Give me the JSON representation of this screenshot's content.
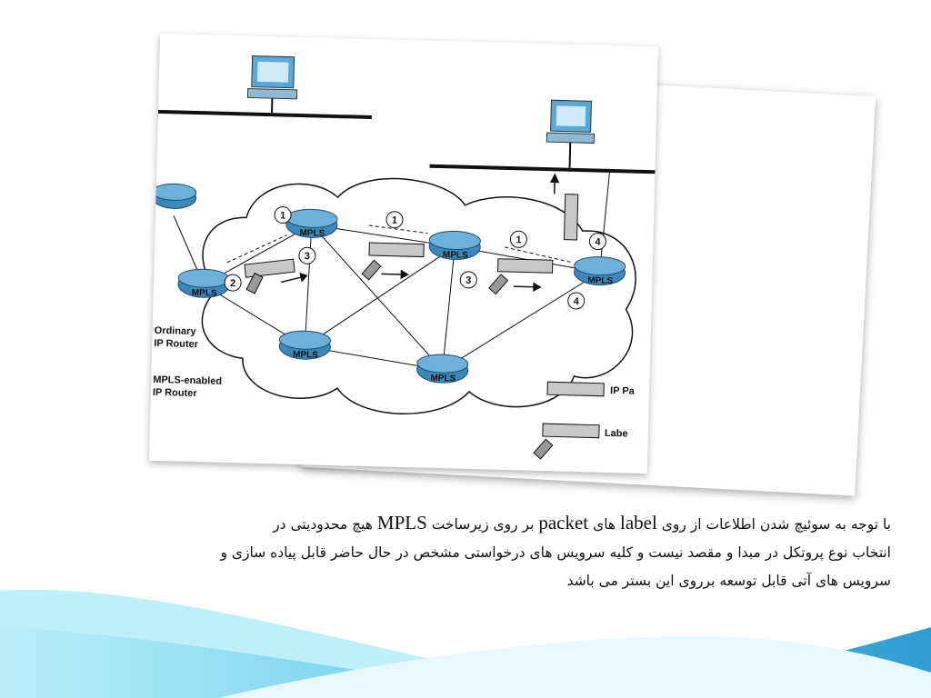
{
  "diagram": {
    "router_label": "MPLS",
    "step_numbers": [
      "1",
      "2",
      "3",
      "4"
    ],
    "legend": {
      "ordinary_router_line1": "Ordinary",
      "ordinary_router_line2": "IP Router",
      "mpls_router_line1": "MPLS-enabled",
      "mpls_router_line2": "IP Router",
      "ip_packet": "IP Pa",
      "labeled_packet": "Labe"
    }
  },
  "text": {
    "line1_part1": "با توجه به سوئیچ شدن اطلاعات از روی",
    "line1_label": "label",
    "line1_part2": "های",
    "line1_packet": "packet",
    "line1_part3": "بر روی زیرساخت",
    "line1_mpls": "MPLS",
    "line1_part4": "هیچ محدودیتی در",
    "line2": "انتخاب نوع پروتکل در مبدا و مقصد نیست و کلیه سرویس های درخواستی مشخص در حال حاضر قابل پیاده سازی و",
    "line3": "سرویس های آتی قابل توسعه برروی این بستر می باشد"
  },
  "colors": {
    "wave_light": "#9fe3f2",
    "wave_dark": "#3aa9d6",
    "router_blue": "#3c87b8",
    "packet_gray": "#c8c8c8"
  }
}
